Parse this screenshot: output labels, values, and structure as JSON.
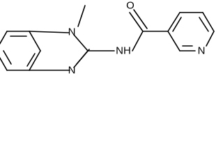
{
  "molecule": {
    "atom_labels": {
      "o": "O",
      "methyl_n": "N",
      "imine_n": "N",
      "amide_nh": "NH",
      "pyridine_n": "N"
    }
  }
}
